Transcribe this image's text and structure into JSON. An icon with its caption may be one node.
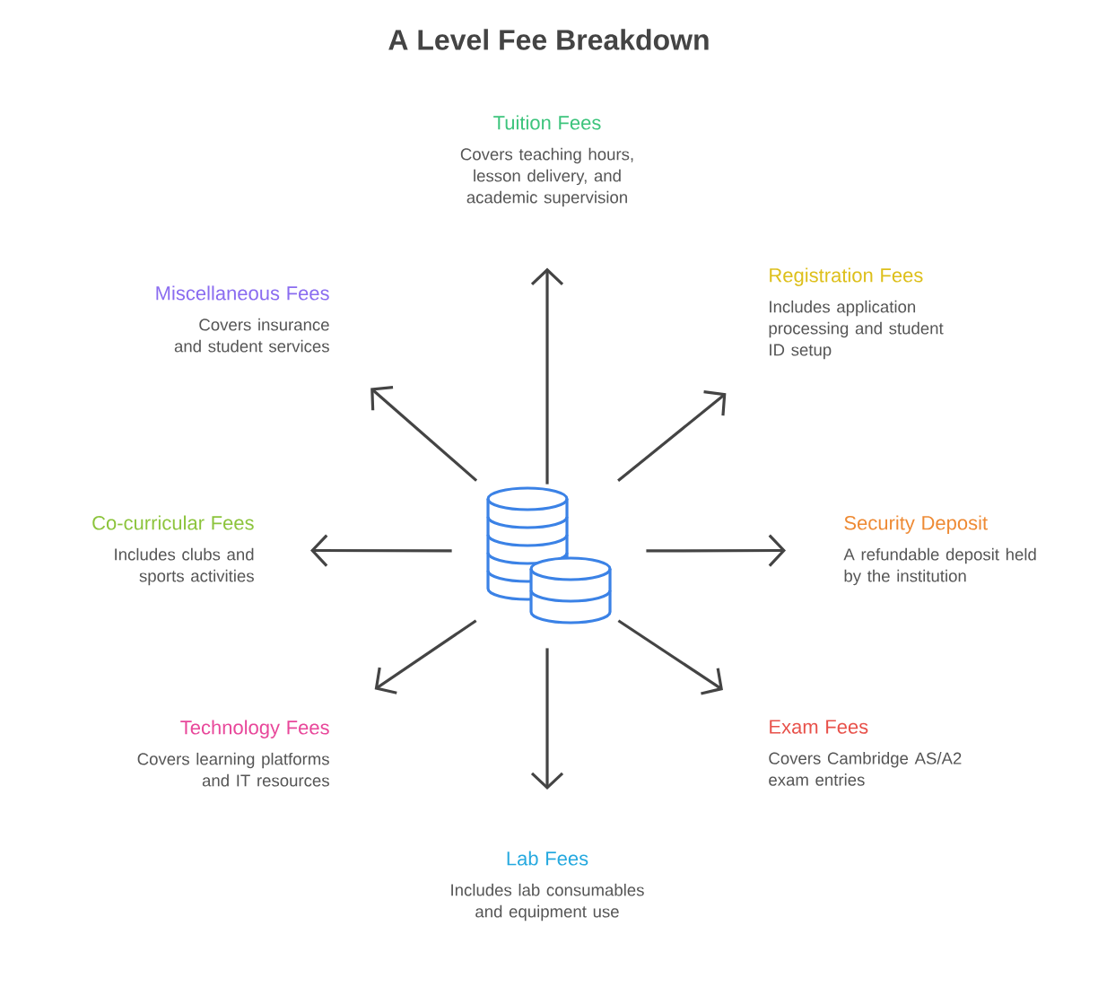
{
  "diagram": {
    "title": "A Level Fee Breakdown",
    "nodes": [
      {
        "text": [],
        "shape": "picture"
      },
      {
        "text": [
          "Tuition Fees",
          "Covers teaching hours, lesson delivery, and academic supervision"
        ]
      },
      {
        "text": [
          "Registration Fees",
          "Includes application processing and student ID setup"
        ]
      },
      {
        "text": [
          "Security Deposit",
          "A refundable deposit held by the institution"
        ]
      },
      {
        "text": [
          "Exam Fees",
          "Covers Cambridge AS/A2 exam entries"
        ]
      },
      {
        "text": [
          "Lab Fees",
          "Includes lab consumables and equipment use"
        ]
      },
      {
        "text": [
          "Technology Fees",
          "Covers learning platforms and IT resources"
        ]
      },
      {
        "text": [
          "Co-curricular Fees",
          "Includes clubs and sports activities"
        ]
      },
      {
        "text": [
          "Miscellaneous Fees",
          "Covers insurance and student services"
        ]
      }
    ],
    "edges": [
      {
        "from": 0,
        "to": 1,
        "arrow": "to"
      },
      {
        "from": 0,
        "to": 2,
        "arrow": "to"
      },
      {
        "from": 0,
        "to": 3,
        "arrow": "to"
      },
      {
        "from": 0,
        "to": 4,
        "arrow": "to"
      },
      {
        "from": 0,
        "to": 5,
        "arrow": "to"
      },
      {
        "from": 0,
        "to": 6,
        "arrow": "to"
      },
      {
        "from": 0,
        "to": 7,
        "arrow": "to"
      },
      {
        "from": 0,
        "to": 8,
        "arrow": "to"
      }
    ]
  }
}
